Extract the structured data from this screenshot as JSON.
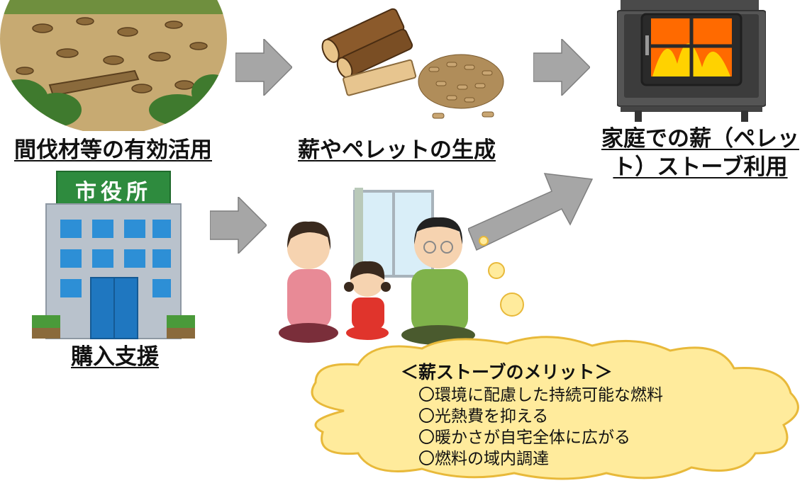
{
  "captions": {
    "thinning": "間伐材等の有効活用",
    "pellet": "薪やペレットの生成",
    "stove_line1": "家庭での薪（ペレッ",
    "stove_line2": "ト）ストーブ利用",
    "support": "購入支援"
  },
  "city_hall_sign": "市役所",
  "bubble": {
    "title": "＜薪ストーブのメリット＞",
    "items": [
      "〇環境に配慮した持続可能な燃料",
      "〇光熱費を抑える",
      "〇暖かさが自宅全体に広がる",
      "〇燃料の域内調達"
    ]
  },
  "colors": {
    "arrow": "#a6a6a6",
    "bubble_fill": "#ffeb9c",
    "bubble_stroke": "#e8b93a",
    "sign_green": "#2e8b3e",
    "fire": "#ff6a00"
  }
}
